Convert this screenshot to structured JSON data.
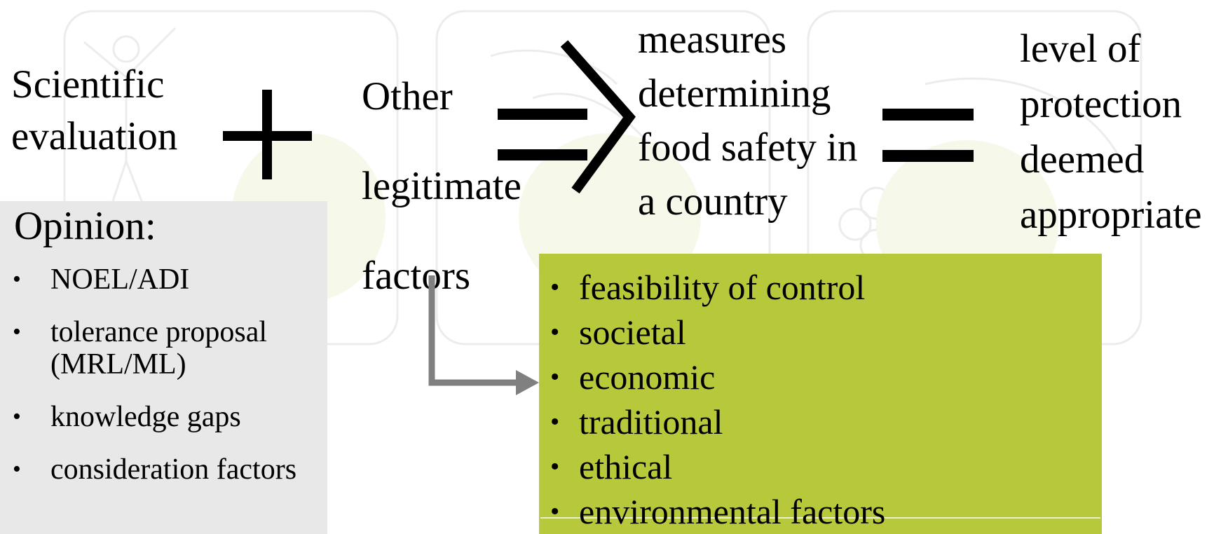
{
  "equation": {
    "term1_lines": [
      "Scientific",
      "evaluation"
    ],
    "term2_lines": [
      "Other",
      "legitimate",
      "factors"
    ],
    "result_lines": [
      "measures",
      "determining",
      "food safety in",
      "a country"
    ],
    "outcome_lines": [
      "level of",
      "protection",
      "deemed",
      "appropriate"
    ]
  },
  "opinion": {
    "title": "Opinion:",
    "items": [
      "NOEL/ADI",
      "tolerance proposal (MRL/ML)",
      "knowledge gaps",
      "consideration factors"
    ]
  },
  "factors": {
    "items": [
      "feasibility of control",
      "societal",
      "economic",
      "traditional",
      "ethical",
      "environmental factors"
    ]
  },
  "colors": {
    "factors_box": "#b7c93b",
    "opinion_box": "#e8e8e8",
    "arrow": "#808080",
    "operators": "#000000"
  }
}
